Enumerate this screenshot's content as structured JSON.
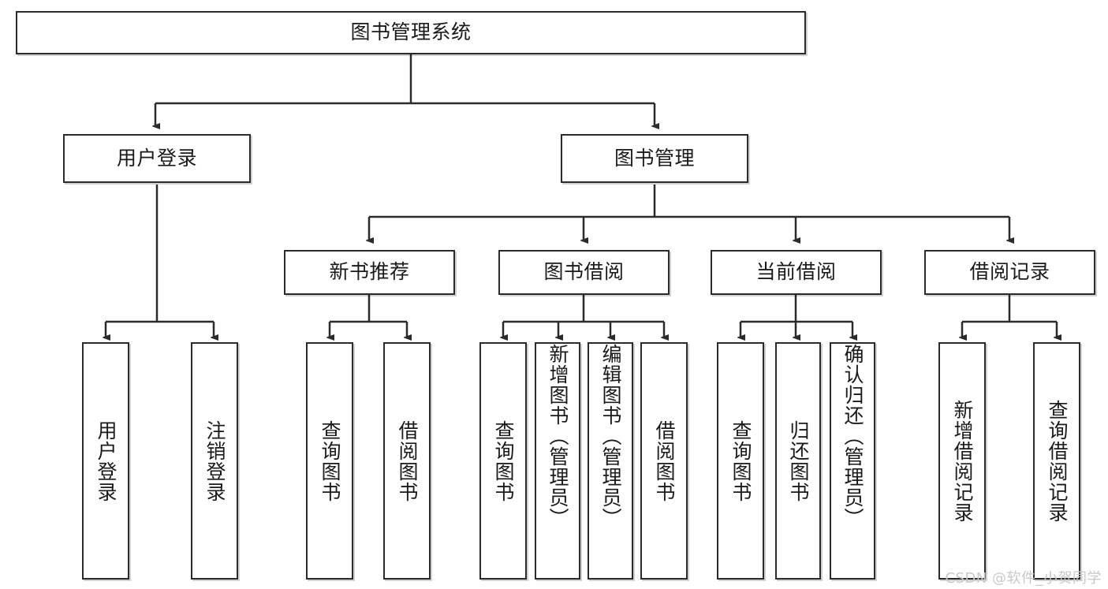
{
  "diagram": {
    "type": "tree-hierarchy",
    "title": "图书管理系统",
    "watermark": "CSDN @软件_小贺同学",
    "colors": {
      "box_border": "#2b2b2b",
      "box_fill": "#ffffff",
      "connector": "#2b2b2b",
      "watermark": "#c9c9c9",
      "background": "#ffffff"
    },
    "levels": {
      "root": {
        "label": "图书管理系统"
      },
      "level2": [
        {
          "label": "用户登录"
        },
        {
          "label": "图书管理"
        }
      ],
      "level3": [
        {
          "label": "新书推荐"
        },
        {
          "label": "图书借阅"
        },
        {
          "label": "当前借阅"
        },
        {
          "label": "借阅记录"
        }
      ],
      "leaves": {
        "user_login": [
          {
            "label": "用户登录"
          },
          {
            "label": "注销登录"
          }
        ],
        "new_book_recommend": [
          {
            "label": "查询图书"
          },
          {
            "label": "借阅图书"
          }
        ],
        "book_borrow": [
          {
            "label": "查询图书"
          },
          {
            "label": "新增图书（管理员）"
          },
          {
            "label": "编辑图书（管理员）"
          },
          {
            "label": "借阅图书"
          }
        ],
        "current_borrow": [
          {
            "label": "查询图书"
          },
          {
            "label": "归还图书"
          },
          {
            "label": "确认归还（管理员）"
          }
        ],
        "borrow_record": [
          {
            "label": "新增借阅记录"
          },
          {
            "label": "查询借阅记录"
          }
        ]
      }
    }
  }
}
